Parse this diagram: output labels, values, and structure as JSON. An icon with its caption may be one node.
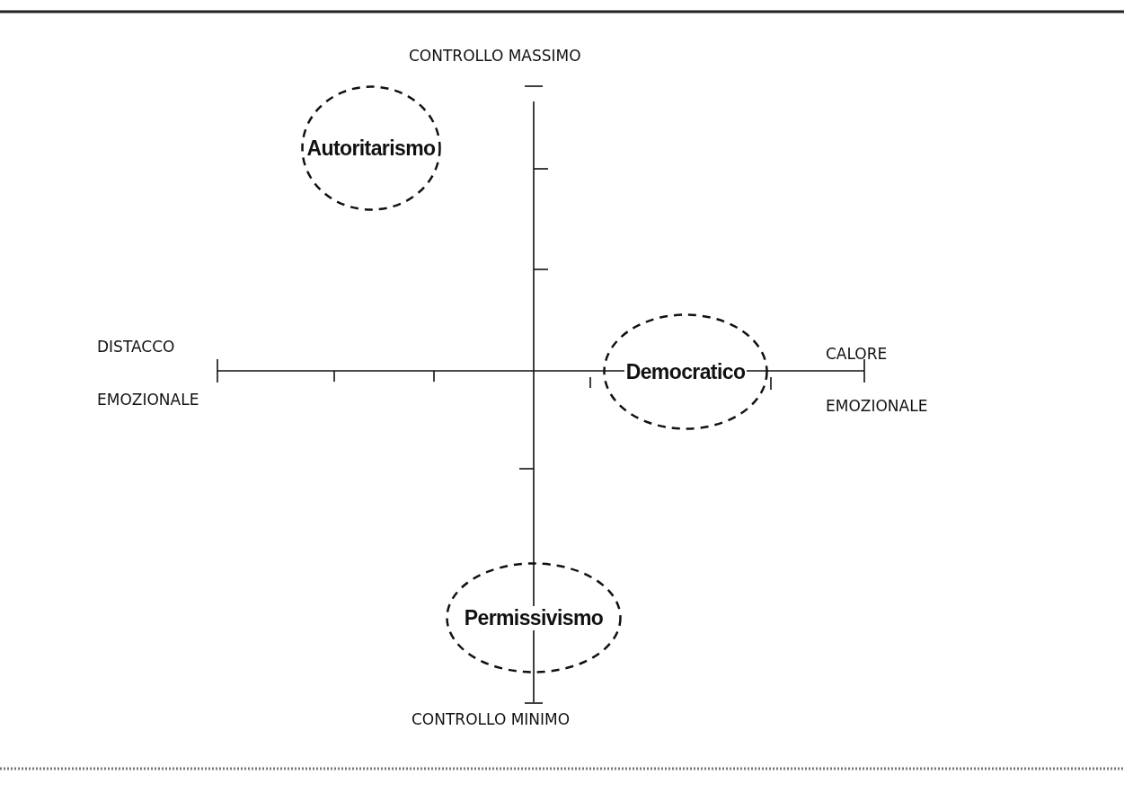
{
  "diagram": {
    "nodes": [
      {
        "text": [
          "Autoritarismo"
        ]
      },
      {
        "text": [
          "Democratico"
        ]
      },
      {
        "text": [
          "Permissivismo"
        ]
      }
    ],
    "labels": [
      "CONTROLLO MASSIMO",
      "DISTACCO",
      "CALORE",
      "EMOZIONALE",
      "EMOZIONALE",
      "CONTROLLO MINIMO"
    ]
  }
}
